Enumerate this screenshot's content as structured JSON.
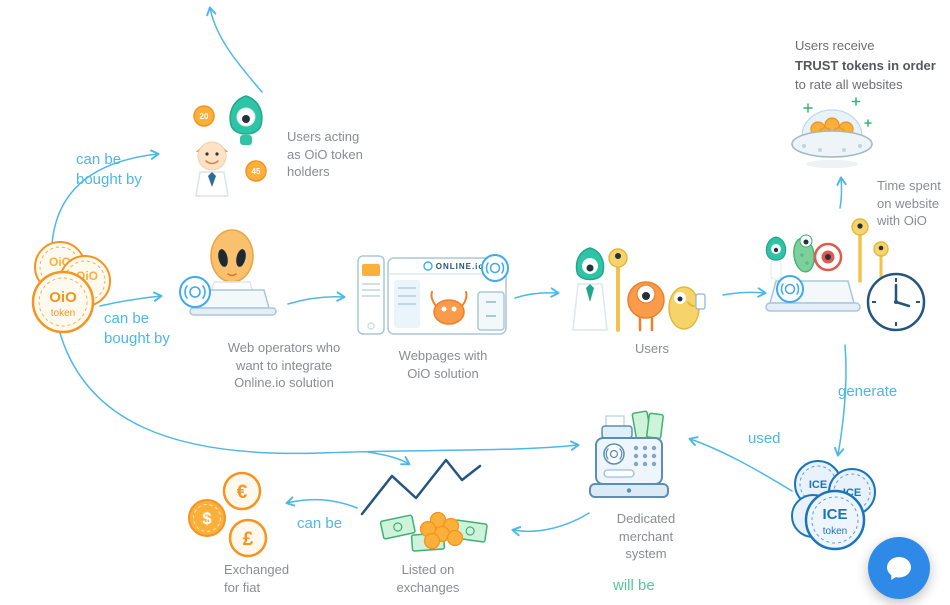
{
  "colors": {
    "arrow": "#4db8e8",
    "flow_label": "#4db8e8",
    "green_label": "#50c89a",
    "caption_text": "#8a8d90",
    "orange": "#f7931e",
    "teal": "#2ec4a5",
    "ice_blue": "#1b75bc",
    "navy": "#24557e",
    "chat_blue": "#2e8ae6"
  },
  "flow_labels": {
    "bought_by_top": "can be\nbought by",
    "bought_by_mid": "can be\nbought by",
    "generate": "generate",
    "used": "used",
    "will_be": "will be",
    "can_be": "can be"
  },
  "nodes": {
    "oio_token": {
      "name": "OiO",
      "denom": "token"
    },
    "holders": {
      "caption": "Users acting\nas OiO token\nholders",
      "coin_values": [
        "20",
        "45"
      ]
    },
    "operators": {
      "caption": "Web operators who\nwant to integrate\nOnline.io solution"
    },
    "webpages": {
      "caption": "Webpages with\nOiO solution",
      "site_title": "ONLINE.io"
    },
    "users": {
      "caption": "Users"
    },
    "time_spent": {
      "caption": "Time spent\non website\nwith OiO"
    },
    "trust": {
      "line1": "Users receive",
      "line2": "TRUST tokens in order",
      "line3": "to rate all websites"
    },
    "ice_token": {
      "name": "ICE",
      "denom": "token"
    },
    "merchant": {
      "caption": "Dedicated\nmerchant\nsystem"
    },
    "exchanges": {
      "caption": "Listed on\nexchanges"
    },
    "fiat": {
      "caption": "Exchanged\nfor fiat",
      "symbols": [
        "$",
        "€",
        "£"
      ]
    }
  }
}
